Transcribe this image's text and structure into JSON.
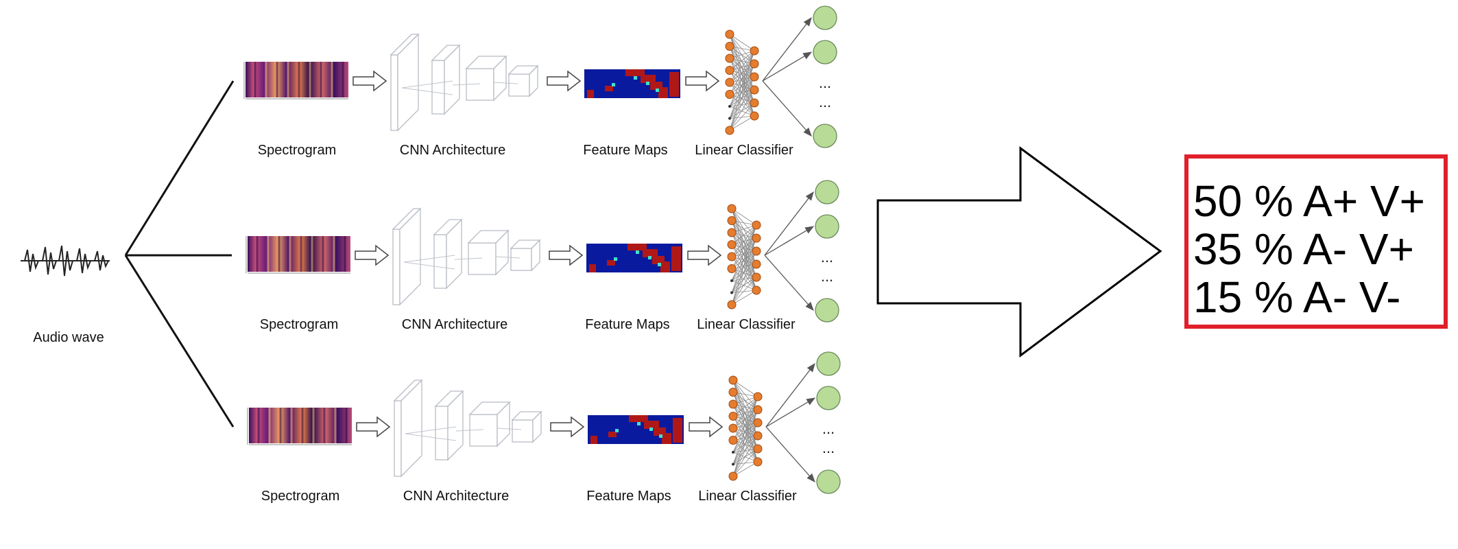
{
  "input": {
    "label": "Audio wave"
  },
  "branches": [
    {
      "spectrogram_label": "Spectrogram",
      "cnn_label": "CNN Architecture",
      "feature_label": "Feature Maps",
      "classifier_label": "Linear Classifier",
      "ellipsis": [
        "...",
        "..."
      ]
    },
    {
      "spectrogram_label": "Spectrogram",
      "cnn_label": "CNN Architecture",
      "feature_label": "Feature Maps",
      "classifier_label": "Linear Classifier",
      "ellipsis": [
        "...",
        "..."
      ]
    },
    {
      "spectrogram_label": "Spectrogram",
      "cnn_label": "CNN Architecture",
      "feature_label": "Feature Maps",
      "classifier_label": "Linear Classifier",
      "ellipsis": [
        "...",
        "..."
      ]
    }
  ],
  "result": {
    "lines": [
      "50 % A+ V+",
      "35 % A-  V+",
      "15 % A-  V-"
    ],
    "border_color": "#e0202a"
  },
  "colors": {
    "neuron": "#e57c2e",
    "output_node": "#b8dc98",
    "feature_bg": "#0a1a9e",
    "feature_hot": "#b01818"
  }
}
